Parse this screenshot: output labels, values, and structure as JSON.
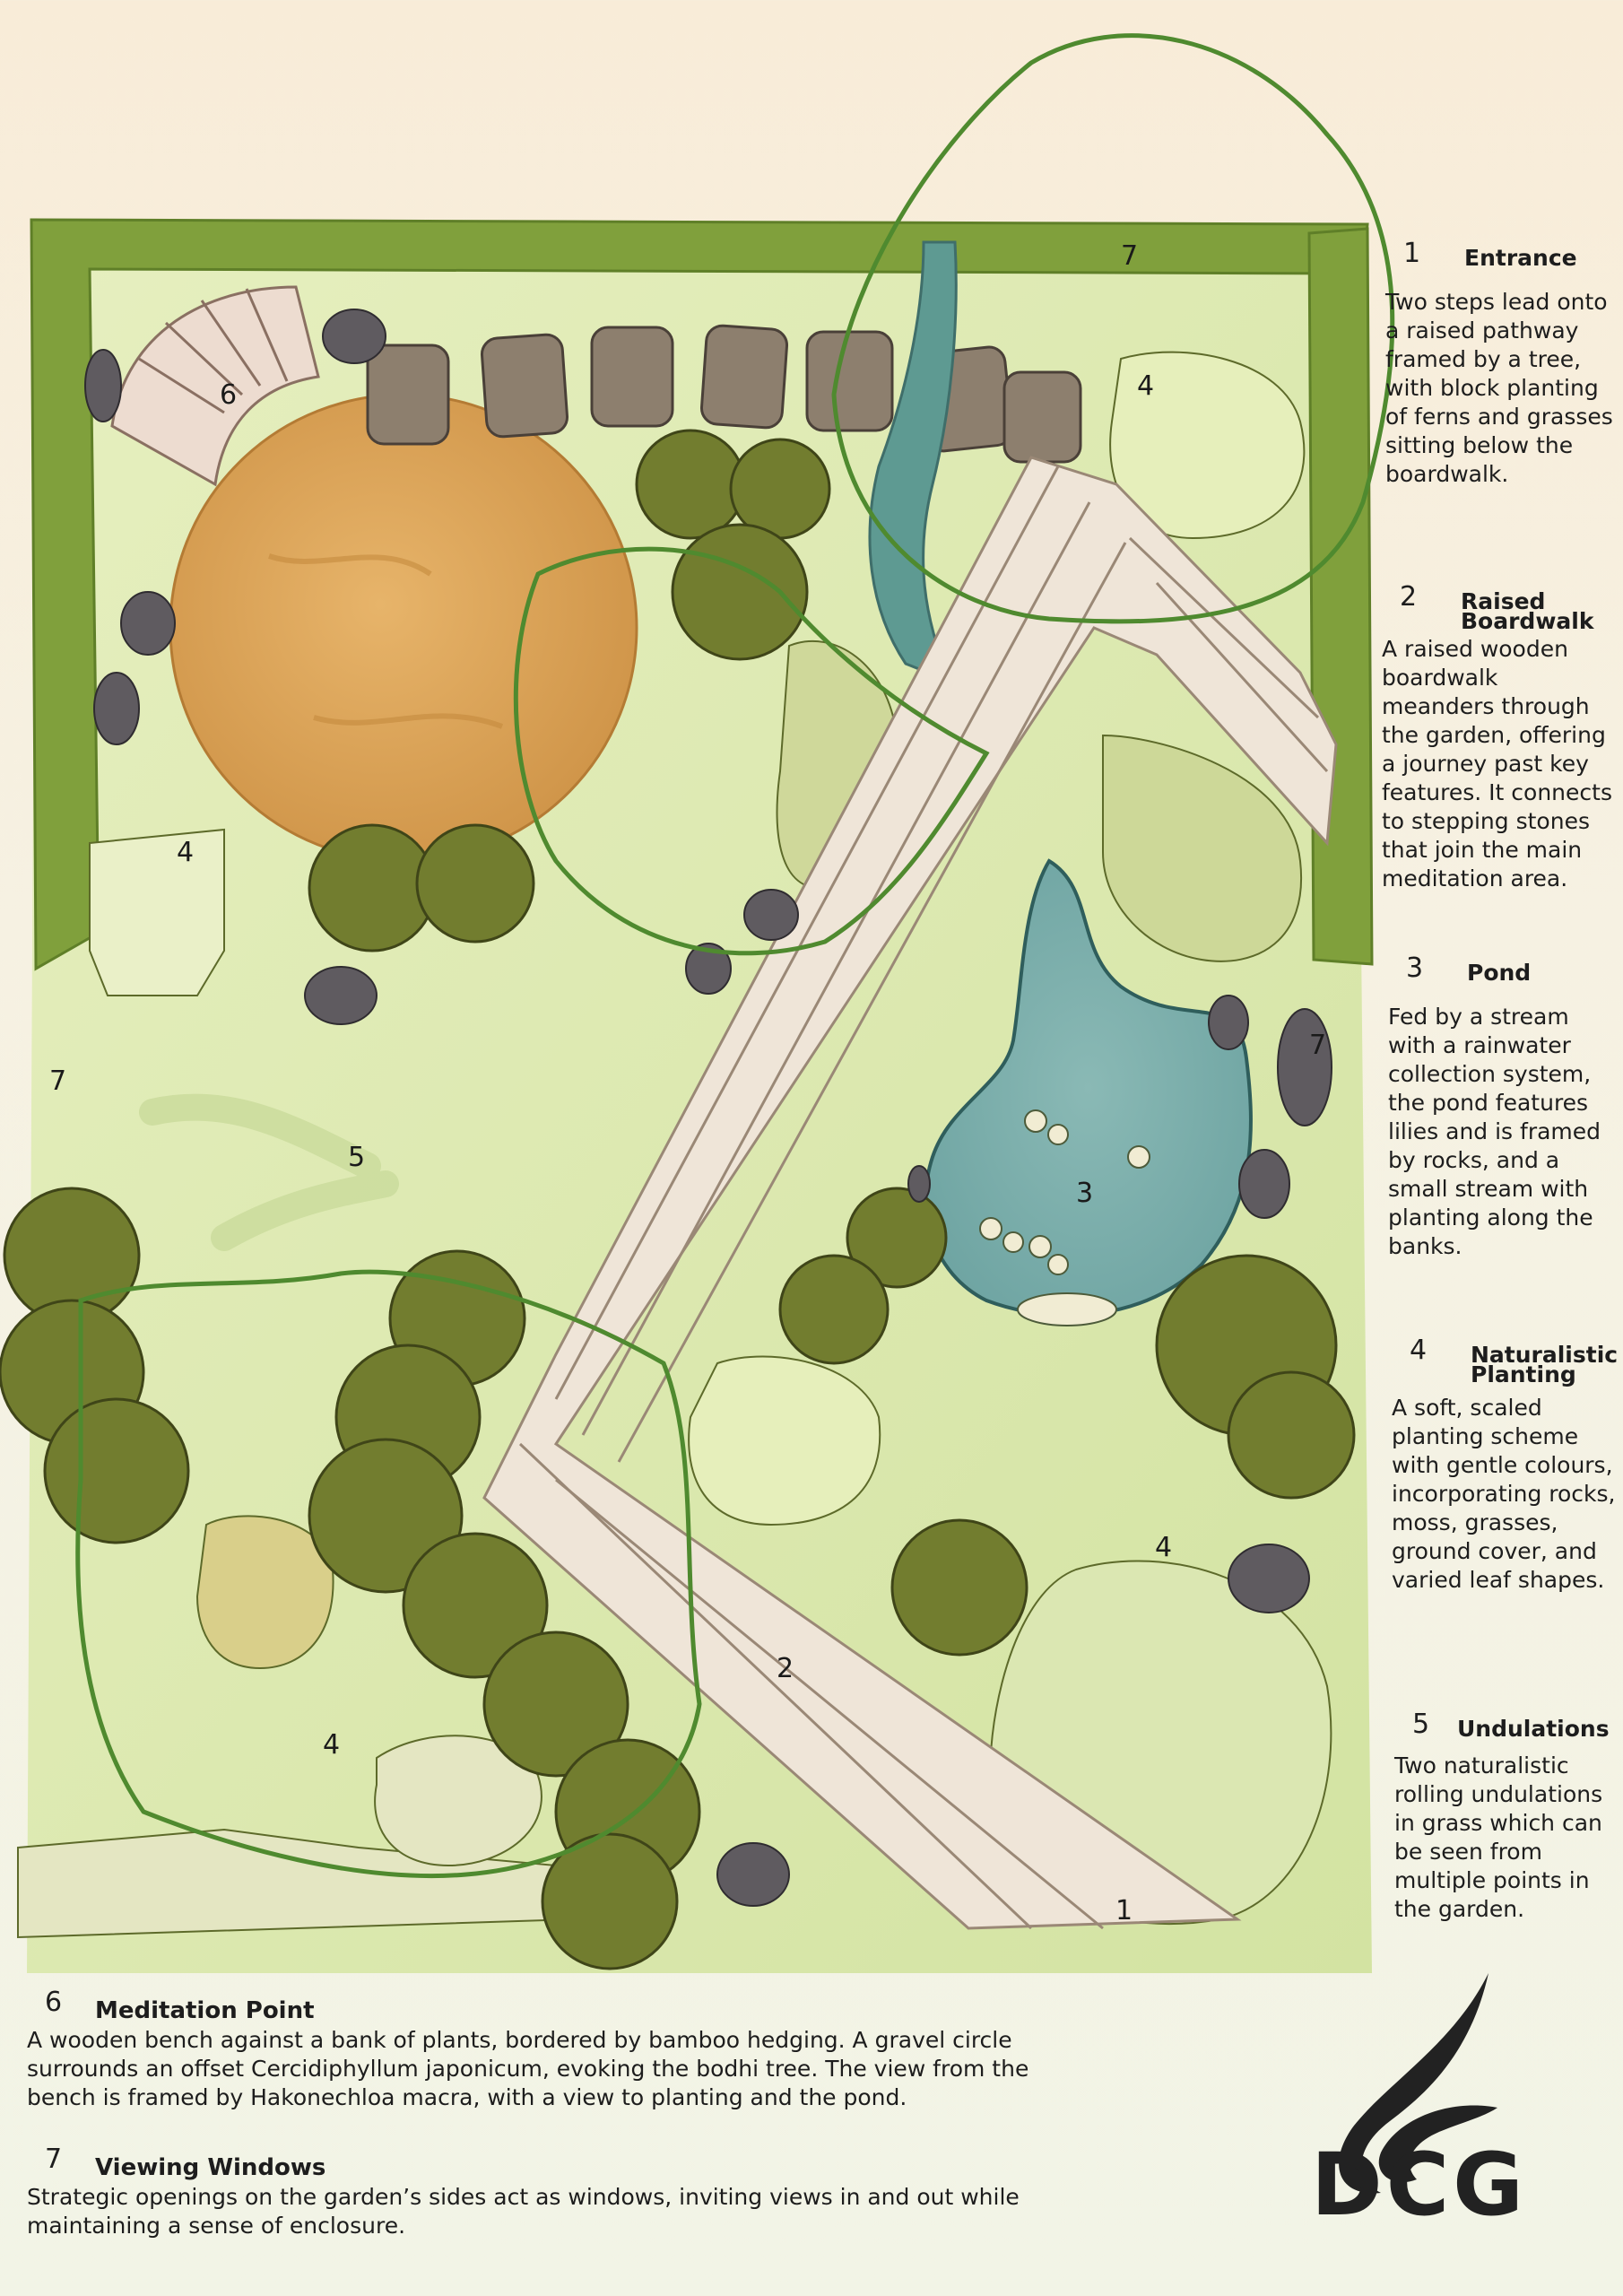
{
  "plan_labels": {
    "entrance_num": "1",
    "boardwalk_num": "2",
    "pond_num": "3",
    "planting_nums": [
      "4",
      "4",
      "4",
      "4"
    ],
    "undulation_num": "5",
    "meditation_num": "6",
    "window_nums": [
      "7",
      "7",
      "7"
    ]
  },
  "legend": [
    {
      "number": "1",
      "title": "Entrance",
      "description": "Two steps lead onto a raised pathway framed by a tree, with block planting of ferns and grasses sitting below the boardwalk."
    },
    {
      "number": "2",
      "title": "Raised Boardwalk",
      "description": "A raised wooden boardwalk meanders through the garden, offering a journey past key features. It connects to stepping stones that join the main meditation area."
    },
    {
      "number": "3",
      "title": "Pond",
      "description": "Fed by a stream with a rainwater collection system, the pond features lilies and is framed by rocks, and a small stream with planting along the banks."
    },
    {
      "number": "4",
      "title": "Naturalistic Planting",
      "description": "A soft, scaled planting scheme with gentle colours, incorporating rocks, moss, grasses, ground cover, and varied leaf shapes."
    },
    {
      "number": "5",
      "title": "Undulations",
      "description": "Two naturalistic rolling undulations in grass which can be seen from multiple points in the garden."
    }
  ],
  "bottom_legend": [
    {
      "number": "6",
      "title": "Meditation Point",
      "description": "A wooden bench against a bank of plants, bordered by bamboo hedging. A gravel circle surrounds an offset Cercidiphyllum japonicum, evoking the bodhi tree. The view from the bench is framed by Hakonechloa macra, with a view to planting and the pond."
    },
    {
      "number": "7",
      "title": "Viewing Windows",
      "description": "Strategic openings on the garden’s sides act as windows, inviting views in and out while maintaining a sense of enclosure."
    }
  ],
  "logo_text": "DCG",
  "colors": {
    "hedge": "#7a9a3a",
    "lawn": "#dbe8b0",
    "gravel": "#d9a558",
    "boardwalk": "#efe4d6",
    "pond": "#7fb0ad",
    "shrub": "#6e7a2c",
    "rock": "#5e5a5e",
    "tree_outline": "#4e8a2e"
  }
}
